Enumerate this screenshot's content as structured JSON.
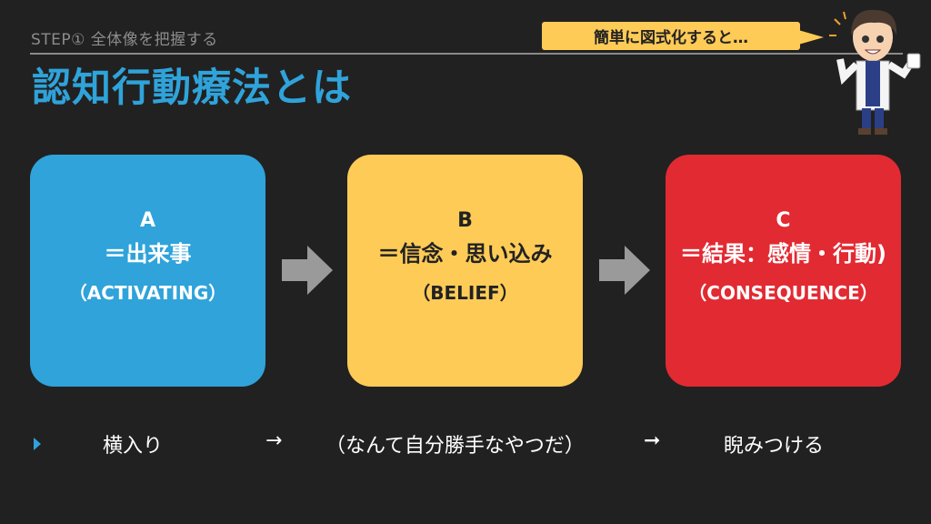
{
  "header": {
    "step_label": "STEP① 全体像を把握する",
    "title": "認知行動療法とは",
    "callout": "簡単に図式化すると…"
  },
  "boxes": [
    {
      "letter": "A",
      "main": "＝出来事",
      "sub": "（ACTIVATING）",
      "color": "#2fa3da"
    },
    {
      "letter": "B",
      "main": "＝信念・思い込み",
      "sub": "（BELIEF）",
      "color": "#fecb57"
    },
    {
      "letter": "C",
      "main": "＝結果：感情・行動)",
      "sub": "（CONSEQUENCE）",
      "color": "#e22a32"
    }
  ],
  "example": {
    "a": "横入り",
    "arrow1": "→",
    "b": "（なんて自分勝手なやつだ）",
    "arrow2": "➞",
    "c": "睨みつける"
  }
}
